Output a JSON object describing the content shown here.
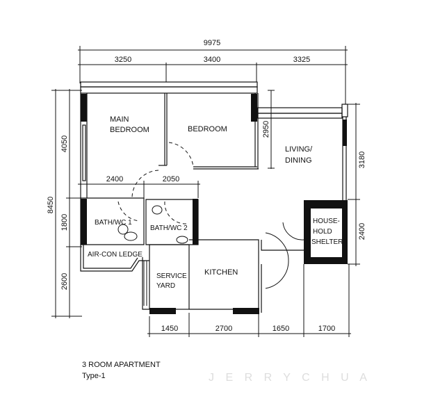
{
  "dimensions": {
    "overall_width": "9975",
    "top": [
      "3250",
      "3400",
      "3325"
    ],
    "overall_height": "8450",
    "left": [
      "4050",
      "1800",
      "2600"
    ],
    "bath_widths": [
      "2400",
      "2050"
    ],
    "bedroom_depth": "2950",
    "right": [
      "3180",
      "2400"
    ],
    "bottom": [
      "1450",
      "2700",
      "1650",
      "1700"
    ]
  },
  "rooms": {
    "main_bedroom": [
      "MAIN",
      "BEDROOM"
    ],
    "bedroom": "BEDROOM",
    "living_dining": [
      "LIVING/",
      "DINING"
    ],
    "bath_wc_1": "BATH/WC 1",
    "bath_wc_2": "BATH/WC 2",
    "aircon_ledge": "AIR-CON LEDGE",
    "service_yard": [
      "SERVICE",
      "YARD"
    ],
    "kitchen": "KITCHEN",
    "household_shelter": [
      "HOUSE-",
      "HOLD",
      "SHELTER"
    ]
  },
  "watermark": "J E R R Y   C H U A",
  "caption": {
    "title": "3 ROOM APARTMENT",
    "subtitle": "Type-1"
  }
}
